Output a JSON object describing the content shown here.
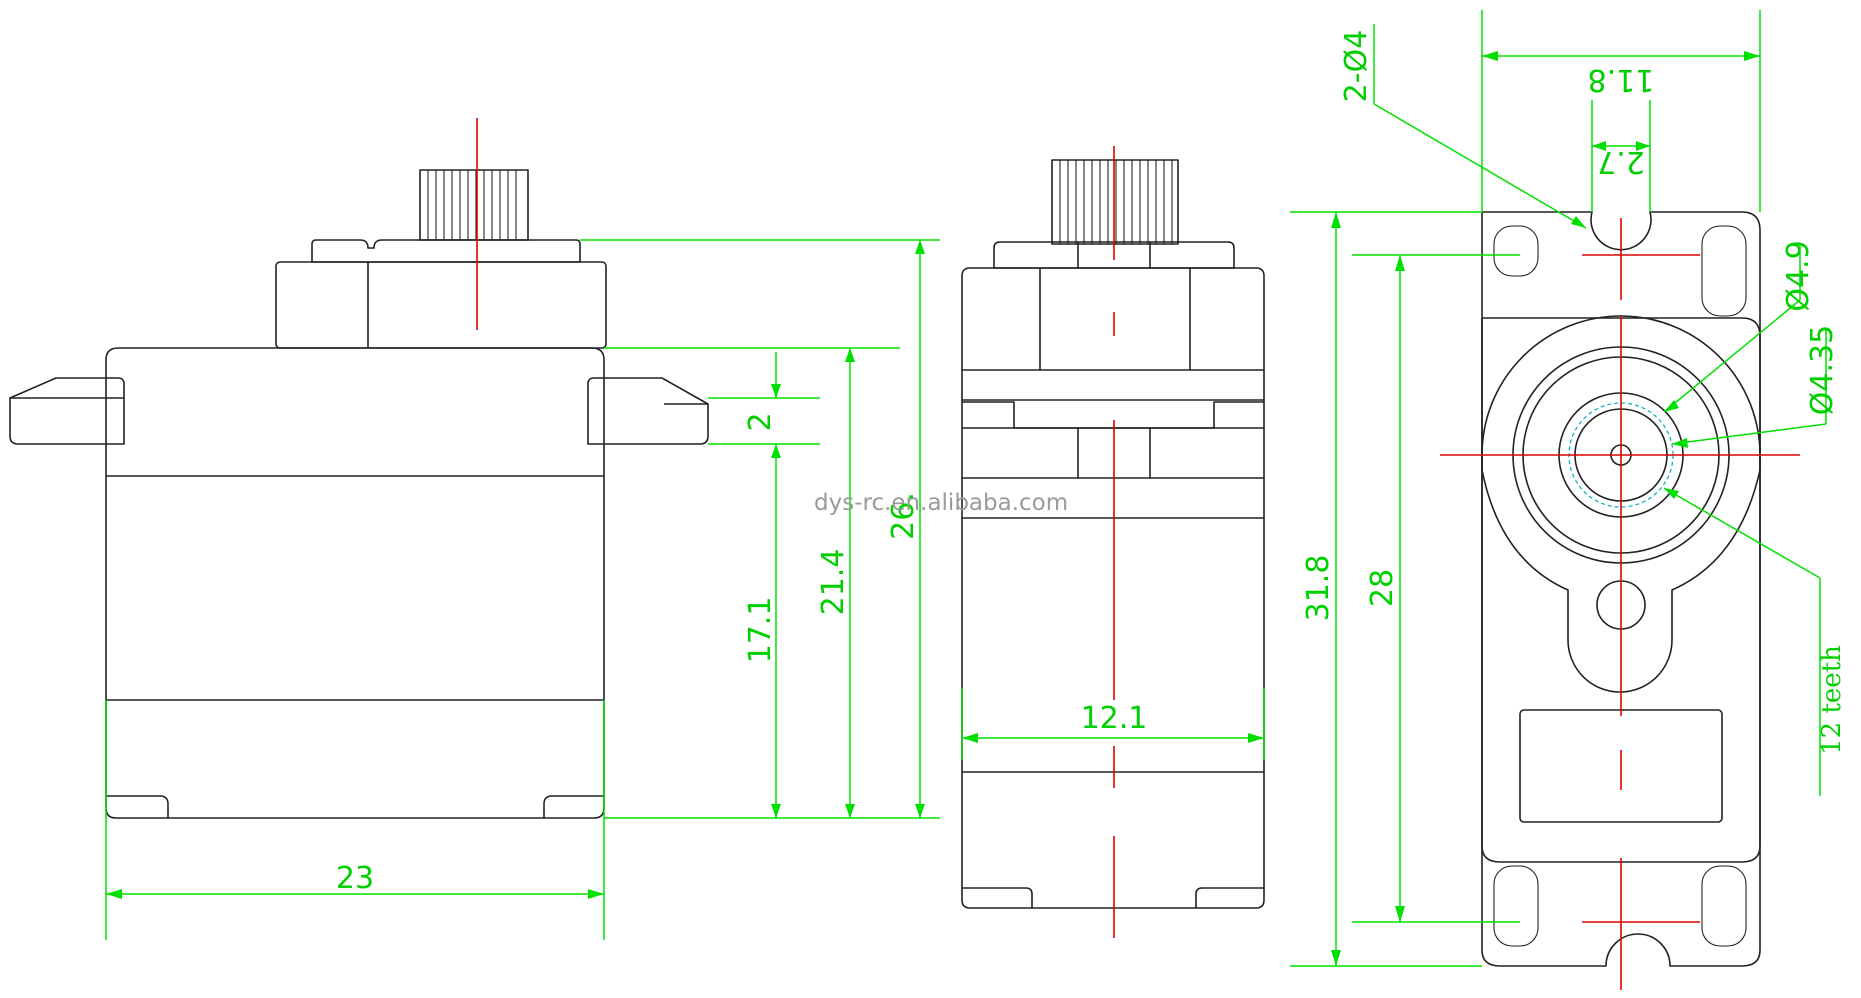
{
  "watermark": "dys-rc.en.alibaba.com",
  "dimensions": {
    "width_front": "23",
    "tab_thickness": "2",
    "body_height_tab": "17.1",
    "height_to_case_top": "21.4",
    "height_overall": "26.",
    "side_width": "12.1",
    "hole_pitch": "11.8",
    "hole_spacing": "2.7",
    "length_overall": "31.8",
    "mount_hole_spacing": "28",
    "holes_count_dia": "2-Ø4",
    "spline_outer_dia": "Ø4.9",
    "spline_root_dia": "Ø4.35",
    "spline_teeth": "12 teeth"
  },
  "colors": {
    "outline": "#222222",
    "dimension": "#00e000",
    "centerline": "#e00000"
  }
}
